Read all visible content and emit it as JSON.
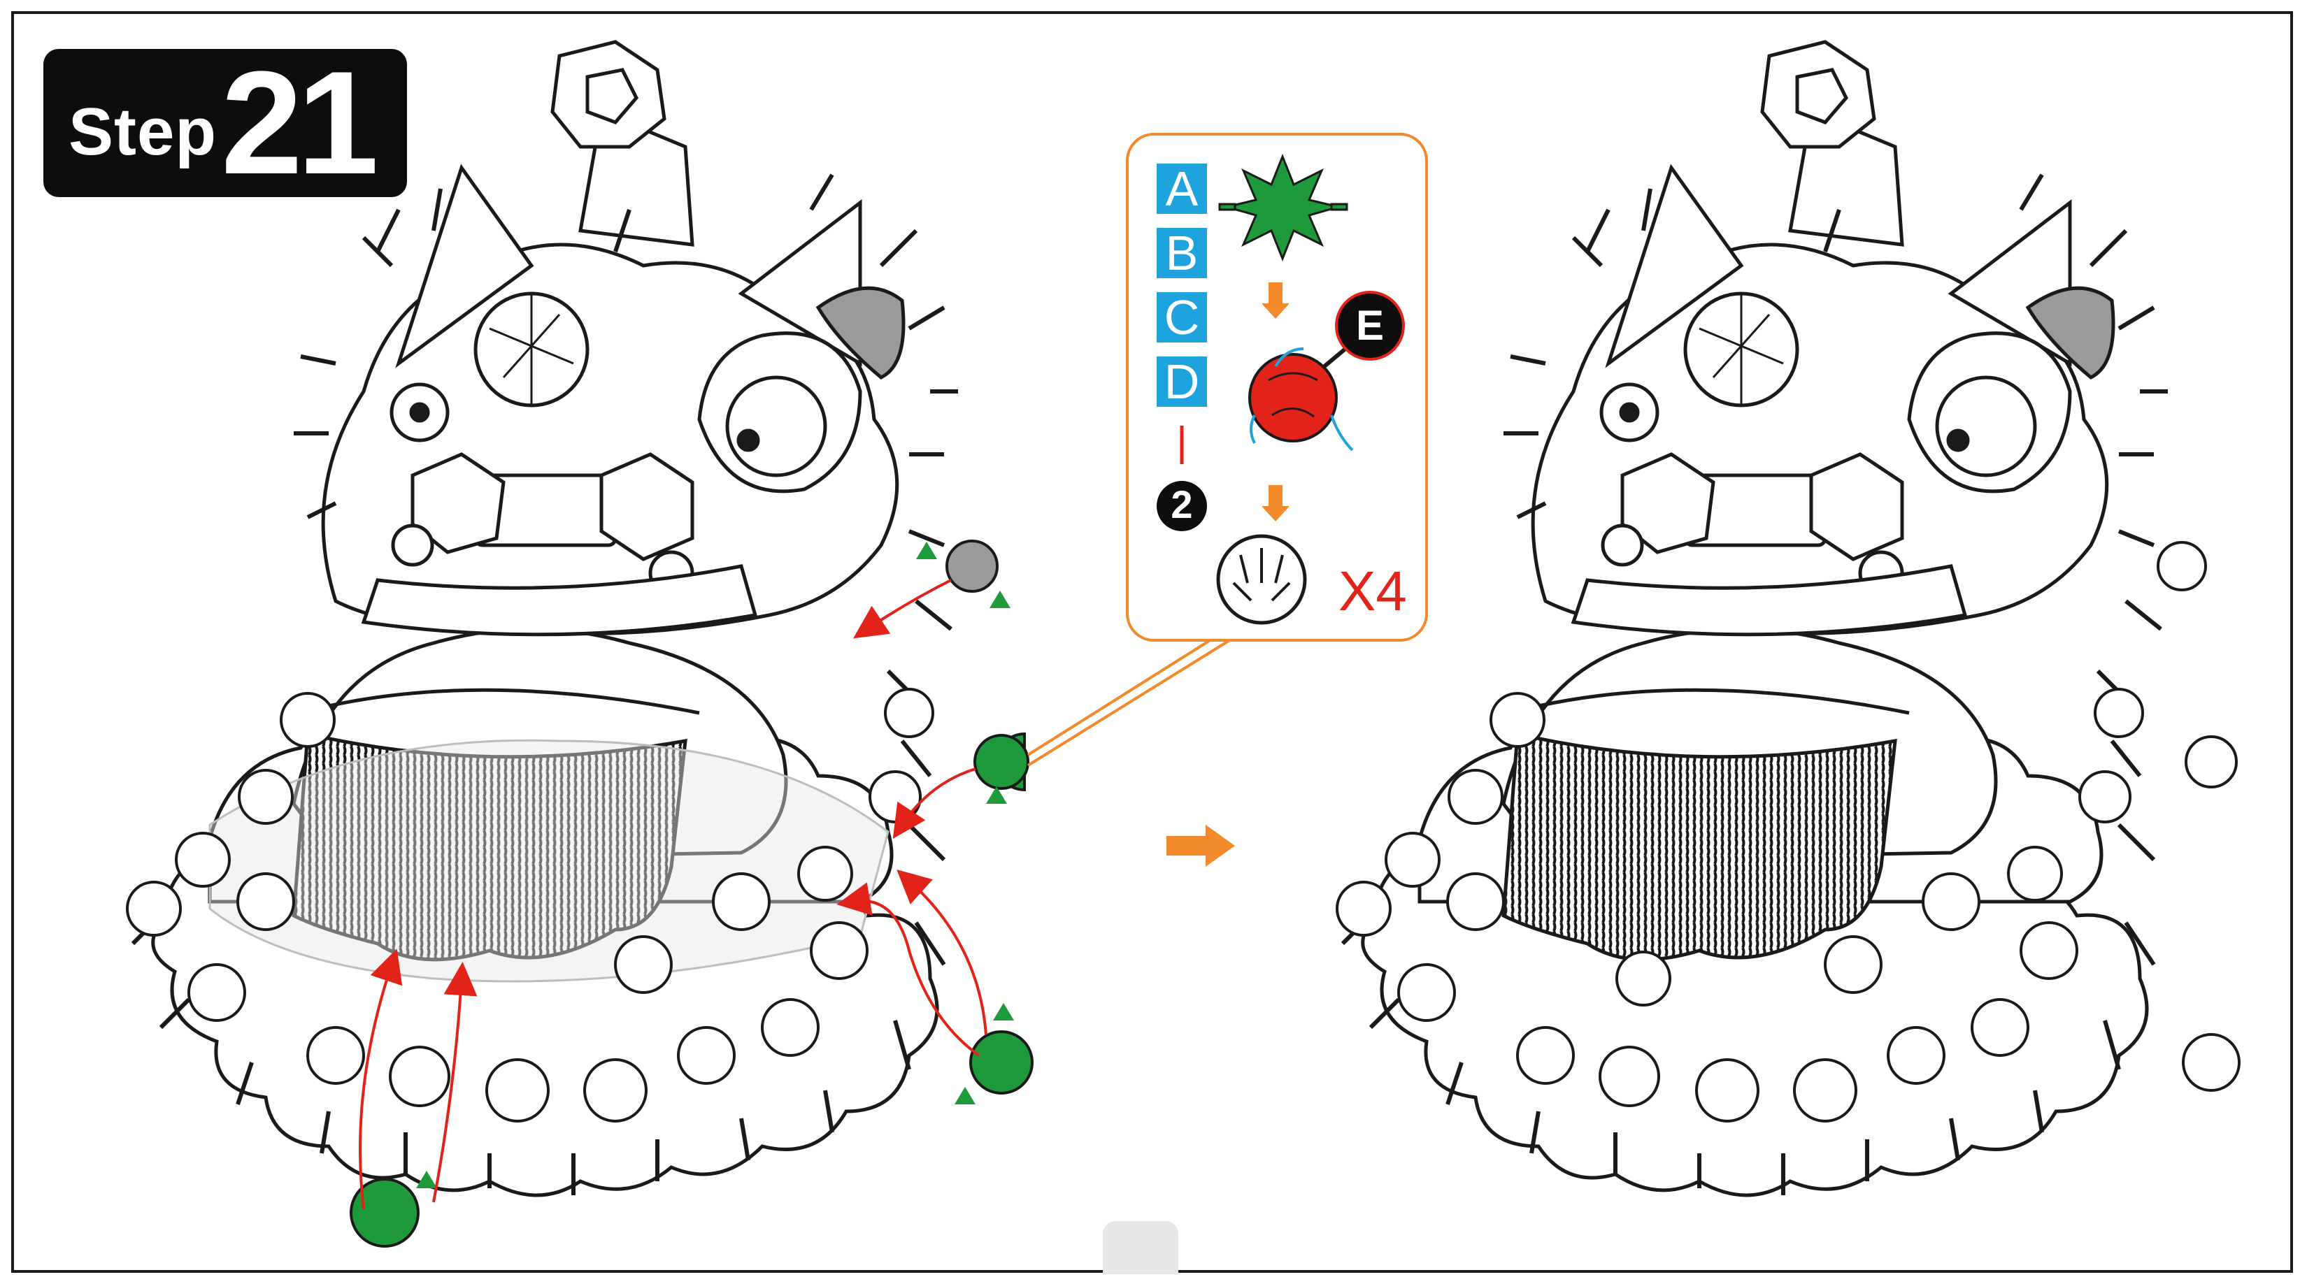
{
  "step": {
    "word": "Step",
    "number": "21"
  },
  "callout": {
    "labels": [
      "A",
      "B",
      "C",
      "D"
    ],
    "part_number": "2",
    "tool_label": "E",
    "multiplier": "X4"
  },
  "colors": {
    "ink": "#1a1a1a",
    "accent_orange": "#f2892a",
    "label_blue": "#1ea3dc",
    "part_green": "#1f9a3a",
    "tool_red": "#e2231a",
    "shade_grey": "#9a9a9a"
  },
  "icons": [
    "next-step-arrow-icon",
    "insert-guide-arrow-icon",
    "rotate-arrow-icon",
    "triangle-marker-icon"
  ]
}
